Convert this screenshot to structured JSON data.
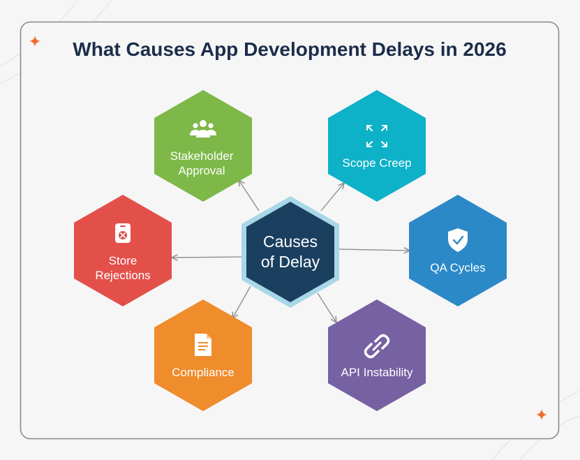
{
  "title": "What Causes App Development Delays in 2026",
  "center": {
    "line1": "Causes",
    "line2": "of Delay",
    "color": "#1a3f5f",
    "ring": "#a8d8e8"
  },
  "nodes": [
    {
      "id": "stakeholder-approval",
      "line1": "Stakeholder",
      "line2": "Approval",
      "color": "#7db848",
      "icon": "users-icon"
    },
    {
      "id": "scope-creep",
      "line1": "Scope Creep",
      "line2": "",
      "color": "#0db1c8",
      "icon": "expand-arrows-icon"
    },
    {
      "id": "store-rejections",
      "line1": "Store",
      "line2": "Rejections",
      "color": "#e3504a",
      "icon": "rejected-device-icon"
    },
    {
      "id": "qa-cycles",
      "line1": "QA Cycles",
      "line2": "",
      "color": "#2b89c7",
      "icon": "shield-check-icon"
    },
    {
      "id": "compliance",
      "line1": "Compliance",
      "line2": "",
      "color": "#ef8c2c",
      "icon": "document-icon"
    },
    {
      "id": "api-instability",
      "line1": "API Instability",
      "line2": "",
      "color": "#7661a3",
      "icon": "link-icon"
    }
  ],
  "colors": {
    "frame_border": "#8a8a8a",
    "arrow": "#8a8a8a",
    "sparkle": "#f26b2a",
    "title": "#1b2d49"
  }
}
